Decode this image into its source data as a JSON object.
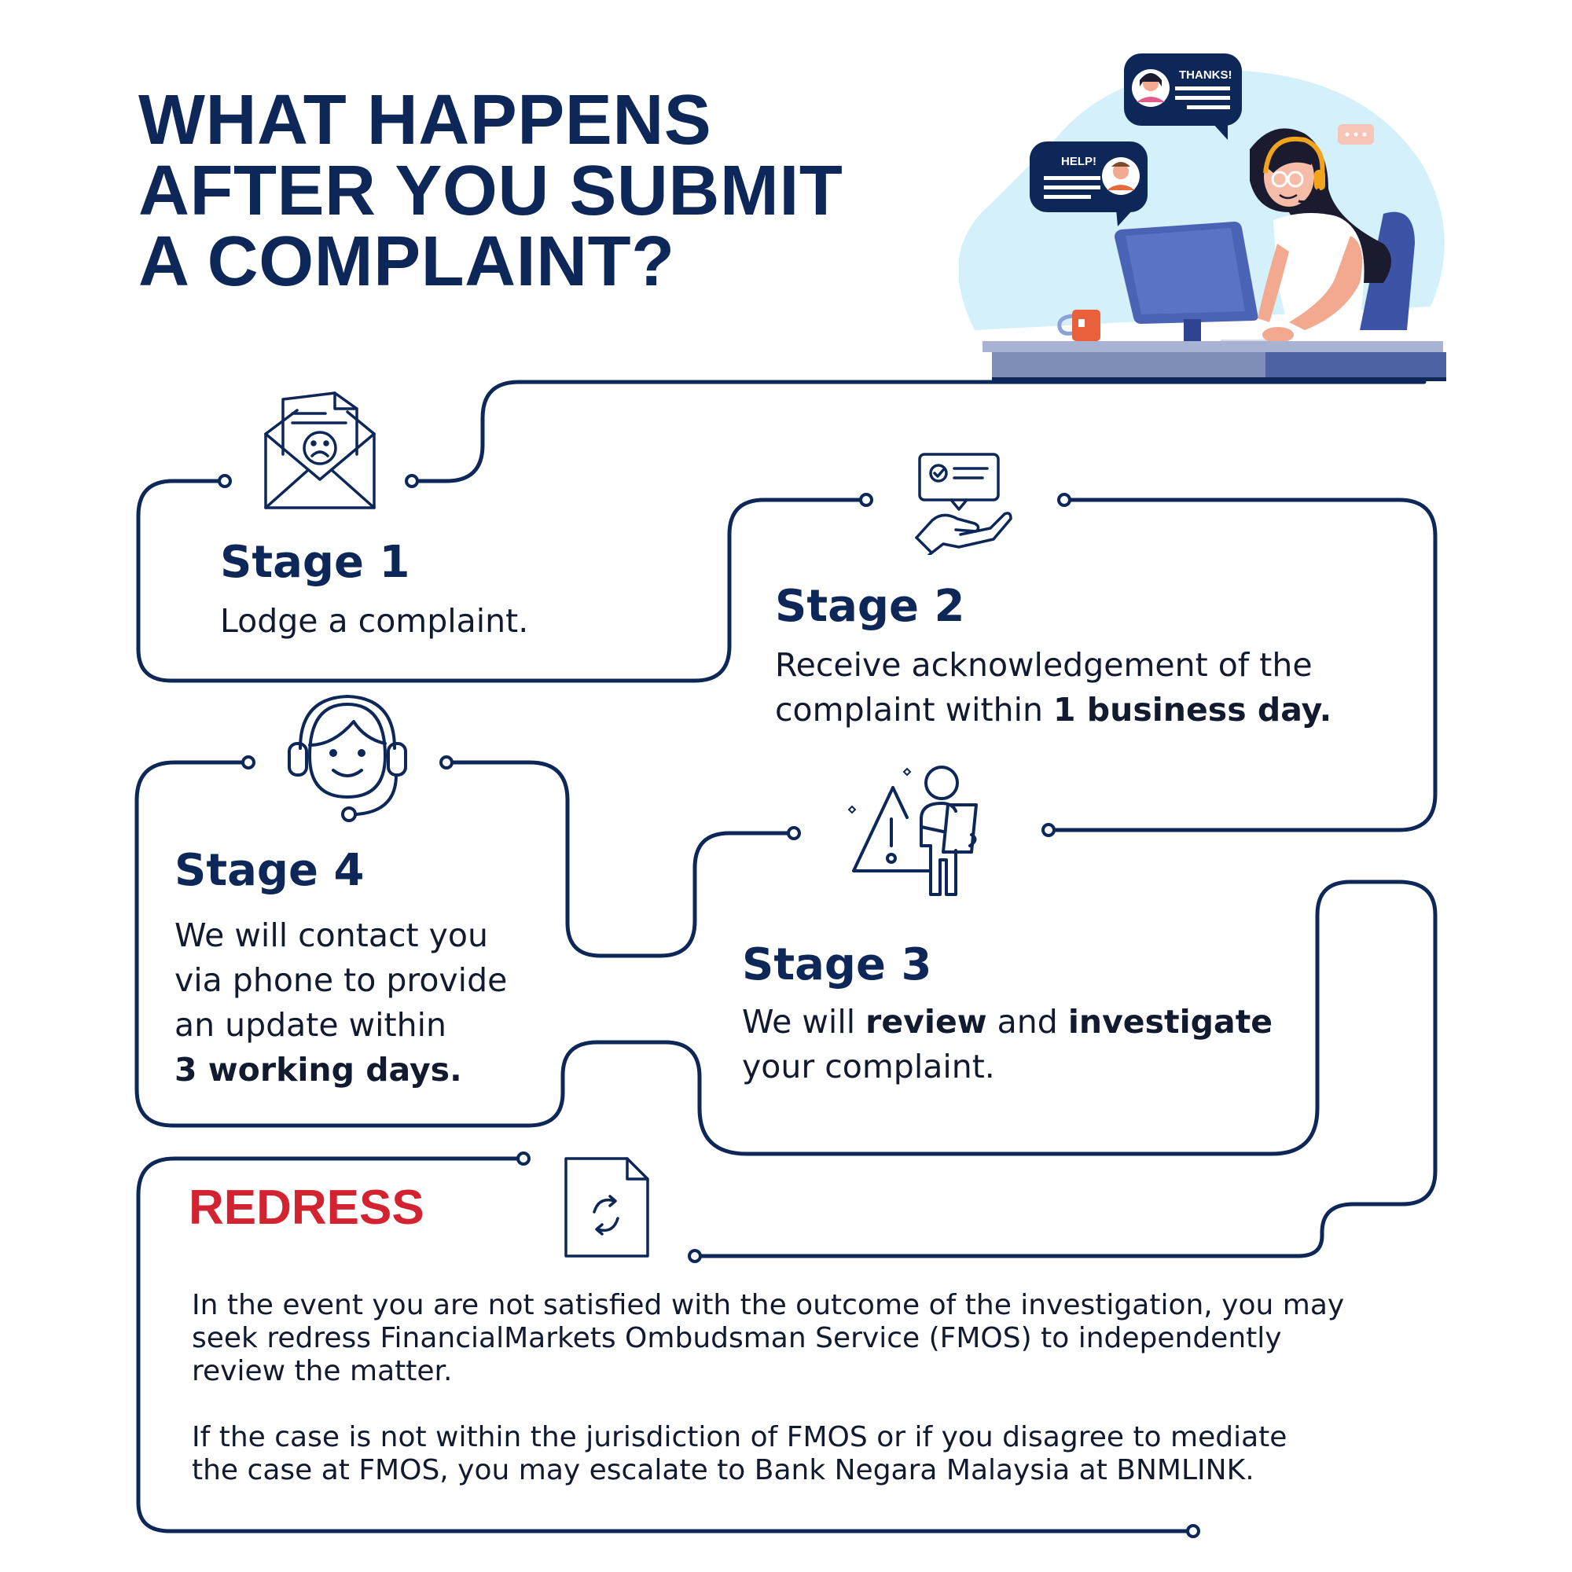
{
  "title": {
    "line1": "WHAT HAPPENS",
    "line2": "AFTER YOU SUBMIT",
    "line3": "A COMPLAINT?"
  },
  "illustration": {
    "bubble_thanks": "THANKS!",
    "bubble_help": "HELP!"
  },
  "stages": [
    {
      "heading": "Stage 1",
      "text": "Lodge a complaint.",
      "icon": "complaint-envelope-icon"
    },
    {
      "heading": "Stage 2",
      "line1": "Receive acknowledgement of the",
      "line2_pre": "complaint within ",
      "line2_bold": "1 business day.",
      "icon": "acknowledgement-hand-icon"
    },
    {
      "heading": "Stage 3",
      "line1_pre": "We will ",
      "line1_bold1": "review",
      "line1_mid": " and ",
      "line1_bold2": "investigate",
      "line2": "your complaint.",
      "icon": "investigation-person-icon"
    },
    {
      "heading": "Stage 4",
      "line1": "We will contact you",
      "line2": "via phone to provide",
      "line3": "an update within",
      "line4_bold": "3 working days.",
      "icon": "support-headset-icon"
    }
  ],
  "redress": {
    "title": "REDRESS",
    "paragraph1": {
      "line1": "In the event you are not satisfied with the outcome of the investigation, you may",
      "line2": "seek redress FinancialMarkets Ombudsman Service (FMOS) to independently",
      "line3": "review the matter."
    },
    "paragraph2": {
      "line1": "If the case is not within the jurisdiction of FMOS or if you disagree to mediate",
      "line2": "the case at FMOS, you may escalate to Bank Negara Malaysia at BNMLINK."
    },
    "icon": "document-refresh-icon"
  },
  "colors": {
    "navy": "#0d2758",
    "red": "#d32331",
    "light_blue": "#d4f0fb",
    "screen_blue": "#4a63b5",
    "desk": "#7f8eb9"
  }
}
